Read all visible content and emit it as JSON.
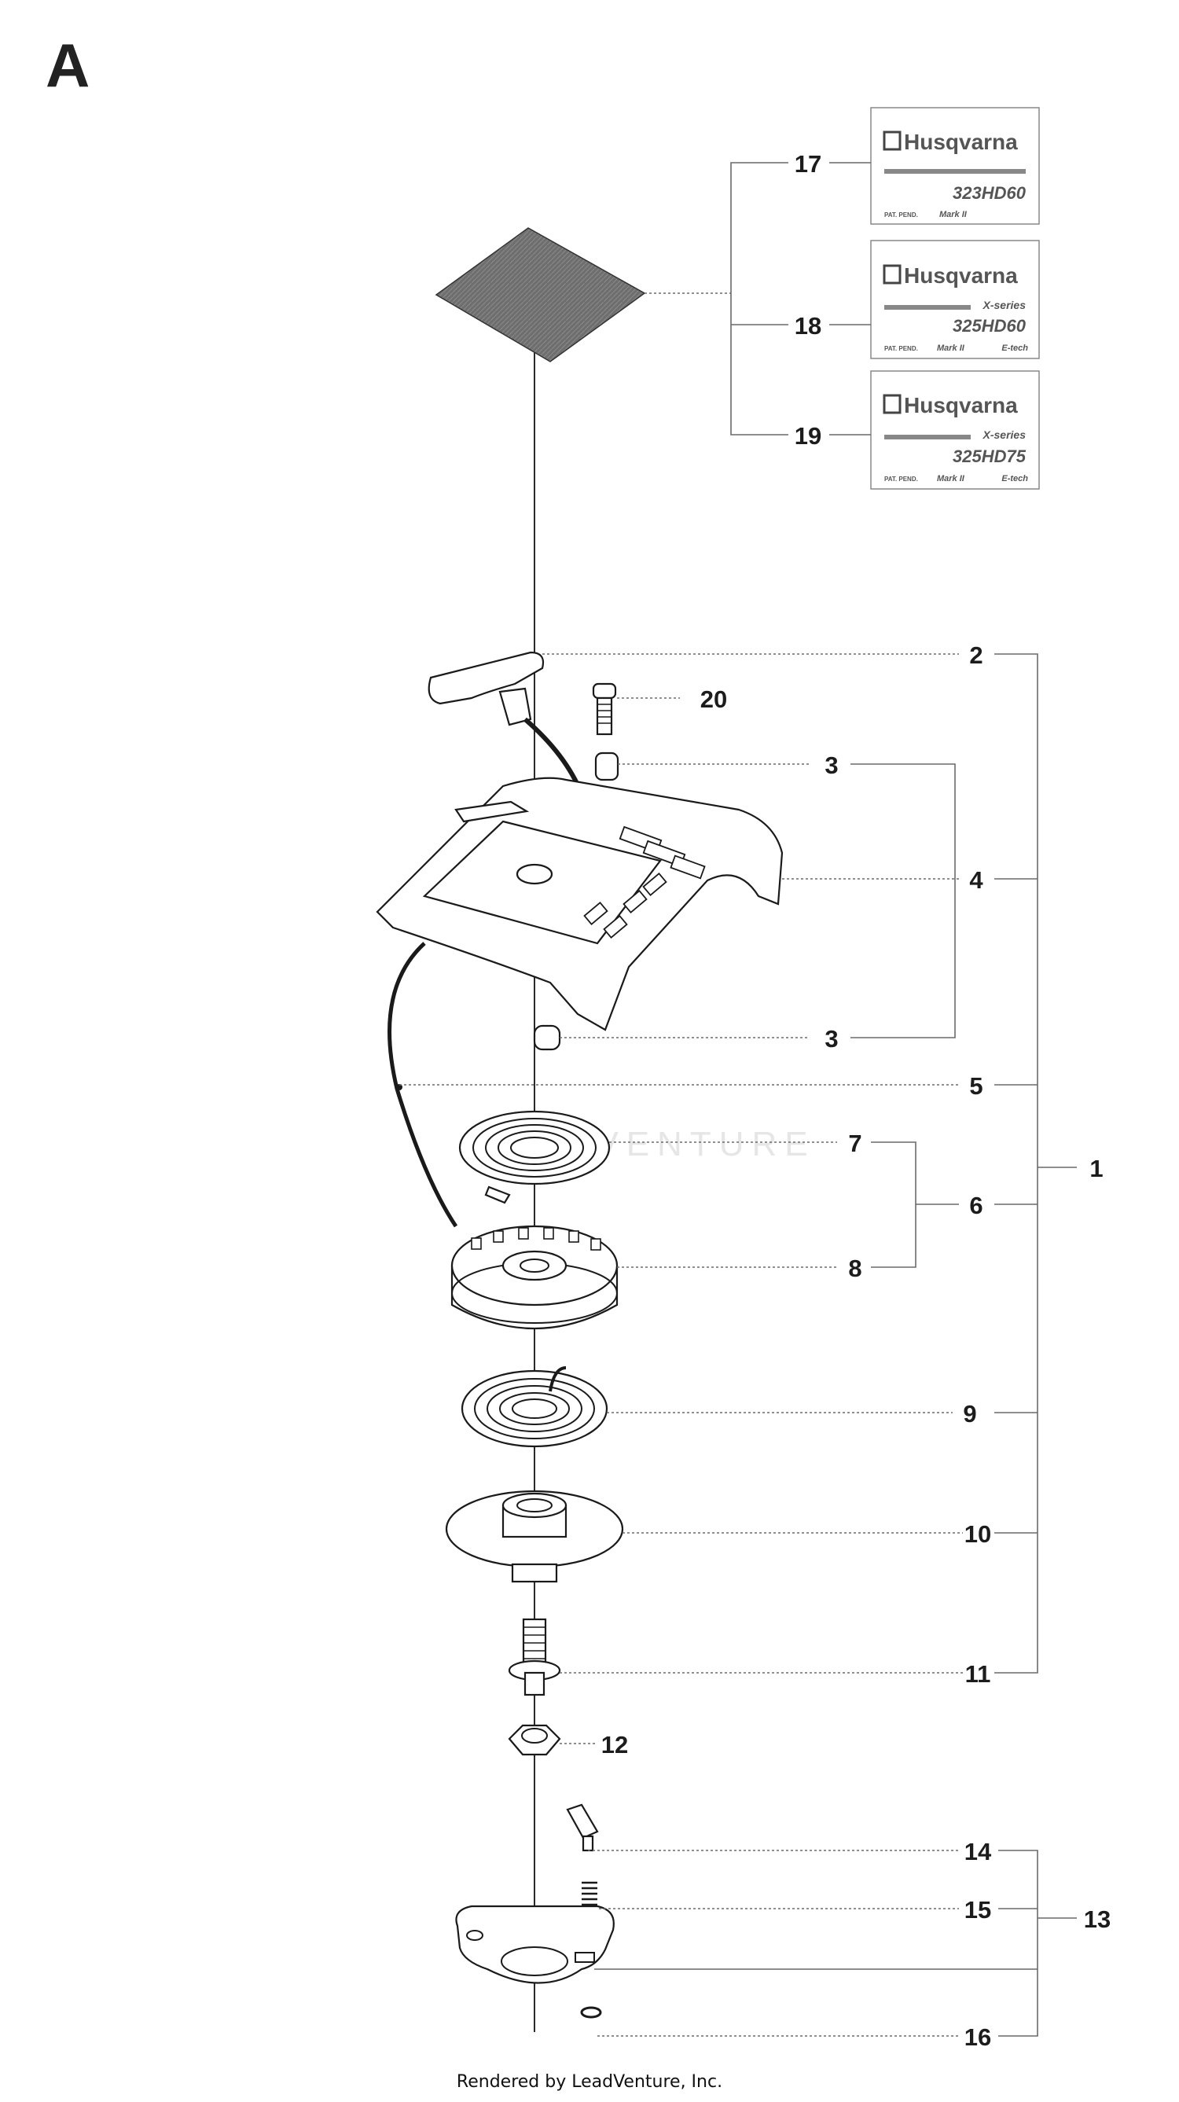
{
  "section_letter": "A",
  "footer": "Rendered by LeadVenture, Inc.",
  "watermark": "LEADVENTURE",
  "callouts": {
    "c1": "1",
    "c2": "2",
    "c3a": "3",
    "c3b": "3",
    "c4": "4",
    "c5": "5",
    "c6": "6",
    "c7": "7",
    "c8": "8",
    "c9": "9",
    "c10": "10",
    "c11": "11",
    "c12": "12",
    "c13": "13",
    "c14": "14",
    "c15": "15",
    "c16": "16",
    "c17": "17",
    "c18": "18",
    "c19": "19",
    "c20": "20"
  },
  "decals": [
    {
      "brand": "Husqvarna",
      "series": "",
      "model": "323HD60",
      "pat": "PAT. PEND.",
      "mark": "Mark II",
      "tech": ""
    },
    {
      "brand": "Husqvarna",
      "series": "X-series",
      "model": "325HD60",
      "pat": "PAT. PEND.",
      "mark": "Mark II",
      "tech": "E-tech"
    },
    {
      "brand": "Husqvarna",
      "series": "X-series",
      "model": "325HD75",
      "pat": "PAT. PEND.",
      "mark": "Mark II",
      "tech": "E-tech"
    }
  ]
}
